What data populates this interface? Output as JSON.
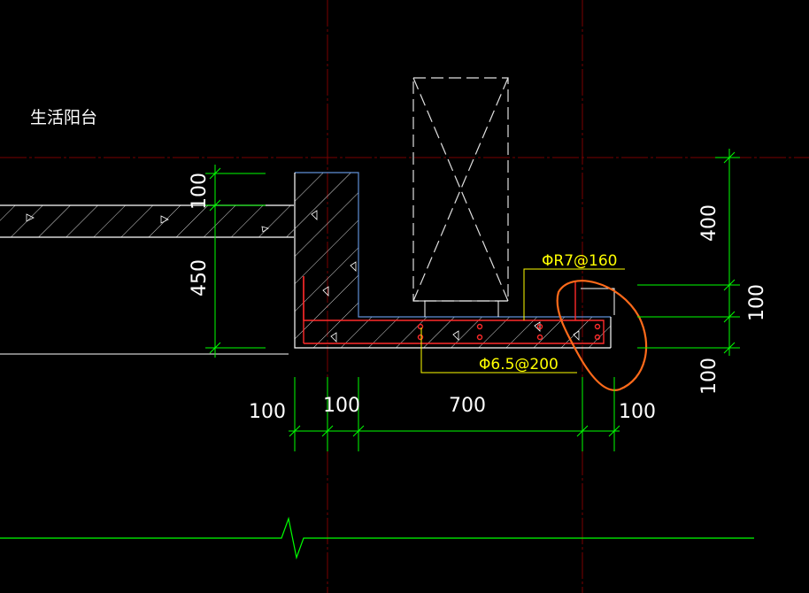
{
  "title": "生活阳台",
  "rebar_labels": {
    "top": "ΦR7@160",
    "bottom": "Φ6.5@200"
  },
  "dimensions": {
    "left_vertical": [
      "100",
      "450"
    ],
    "right_vertical": [
      "400",
      "100",
      "100"
    ],
    "bottom_horizontal": [
      "100",
      "100",
      "700",
      "100"
    ]
  },
  "colors": {
    "background": "#000000",
    "grid_line": "#7a0000",
    "dimension": "#00ff00",
    "section_outline": "#ffffff",
    "hatch": "#ffffff",
    "rebar": "#ff2a2a",
    "leader": "#ffff00",
    "markup_circle": "#ff6a1a",
    "break_line": "#00ff00"
  },
  "icons": [
    "markup-ellipse-icon",
    "break-line-icon",
    "opening-cross-icon"
  ]
}
